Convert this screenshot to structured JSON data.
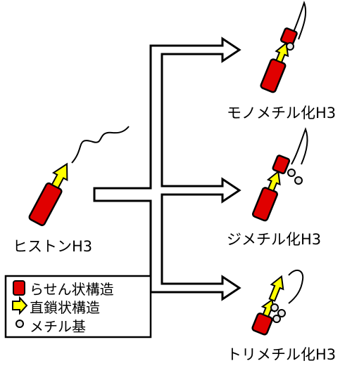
{
  "source_label": "ヒストンH3",
  "targets": [
    {
      "label": "モノメチル化H3",
      "methyl_groups": 1
    },
    {
      "label": "ジメチル化H3",
      "methyl_groups": 2
    },
    {
      "label": "トリメチル化H3",
      "methyl_groups": 3
    }
  ],
  "legend": {
    "items": [
      {
        "label": "らせん状構造",
        "icon": "helix-cylinder-icon"
      },
      {
        "label": "直鎖状構造",
        "icon": "linear-arrow-icon"
      },
      {
        "label": "メチル基",
        "icon": "methyl-circle-icon"
      }
    ]
  },
  "colors": {
    "helix": "#e00000",
    "linear": "#ffff00",
    "methyl": "#e6e6e6",
    "arrow_fill": "#ffffff",
    "stroke": "#000000"
  }
}
